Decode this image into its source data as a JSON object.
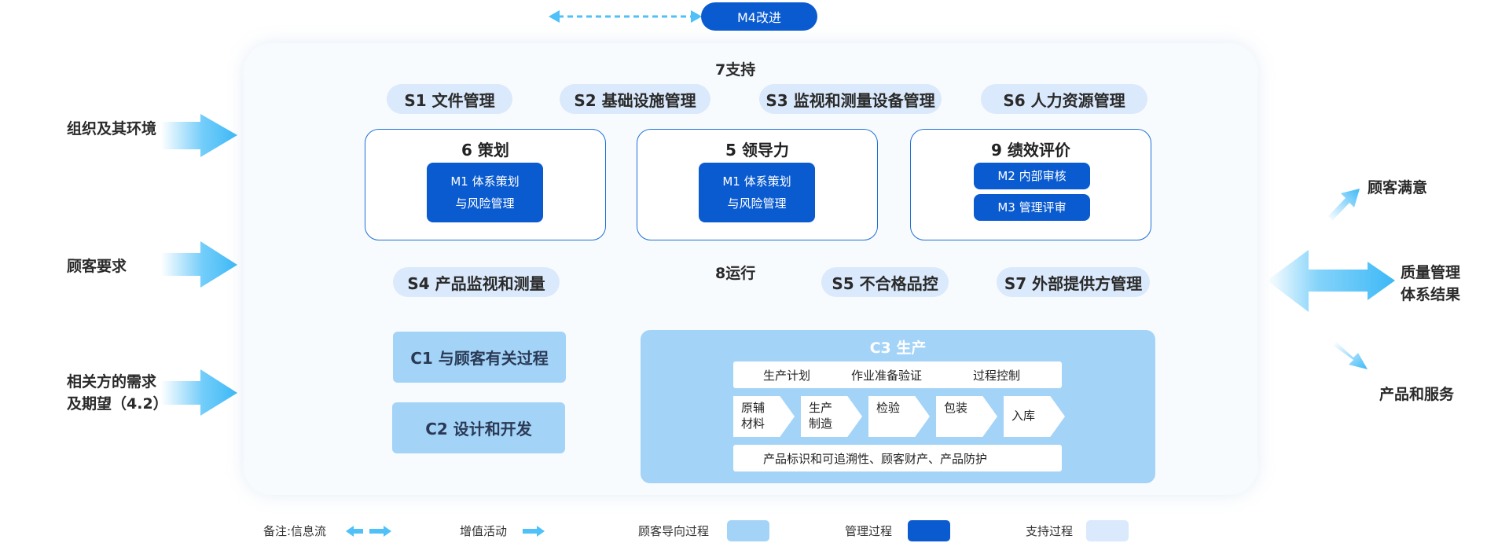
{
  "top": {
    "m4_label": "M4改进"
  },
  "sections": {
    "support": "7支持",
    "operation": "8运行"
  },
  "support_items": [
    "S1 文件管理",
    "S2 基础设施管理",
    "S3  监视和测量设备管理",
    "S6 人力资源管理"
  ],
  "operation_items": [
    "S4 产品监视和测量",
    "S5 不合格品控",
    "S7 外部提供方管理"
  ],
  "mgmt_blocks": {
    "planning": {
      "title": "6 策划",
      "item_line1": "M1 体系策划",
      "item_line2": "与风险管理"
    },
    "leadership": {
      "title": "5 领导力",
      "item_line1": "M1 体系策划",
      "item_line2": "与风险管理"
    },
    "evaluation": {
      "title": "9 绩效评价",
      "items": [
        "M2 内部审核",
        "M3 管理评审"
      ]
    }
  },
  "customer_processes": {
    "c1": "C1 与顾客有关过程",
    "c2": "C2 设计和开发"
  },
  "production": {
    "title": "C3 生产",
    "top_row": [
      "生产计划",
      "作业准备验证",
      "过程控制"
    ],
    "steps": [
      {
        "line1": "原辅",
        "line2": "材料"
      },
      {
        "line1": "生产",
        "line2": "制造"
      },
      {
        "line1": "检验",
        "line2": ""
      },
      {
        "line1": "包装",
        "line2": ""
      },
      {
        "line1": "入库",
        "line2": ""
      }
    ],
    "bottom_row": "产品标识和可追溯性、顾客财产、产品防护"
  },
  "inputs": [
    {
      "line1": "组织及其环境",
      "line2": ""
    },
    {
      "line1": "顾客要求",
      "line2": ""
    },
    {
      "line1": "相关方的需求",
      "line2": "及期望（4.2）"
    }
  ],
  "outputs": [
    {
      "line1": "顾客满意",
      "line2": ""
    },
    {
      "line1": "质量管理",
      "line2": "体系结果"
    },
    {
      "line1": "产品和服务",
      "line2": ""
    }
  ],
  "legend": {
    "info_flow": "备注:信息流",
    "value_added": "增值活动",
    "customer_process": "顾客导向过程",
    "management_process": "管理过程",
    "support_process": "支持过程"
  },
  "colors": {
    "management": "#0a5bd0",
    "customer": "#a4d3f8",
    "support": "#dae9fb",
    "arrow": "#4fc0f8"
  }
}
